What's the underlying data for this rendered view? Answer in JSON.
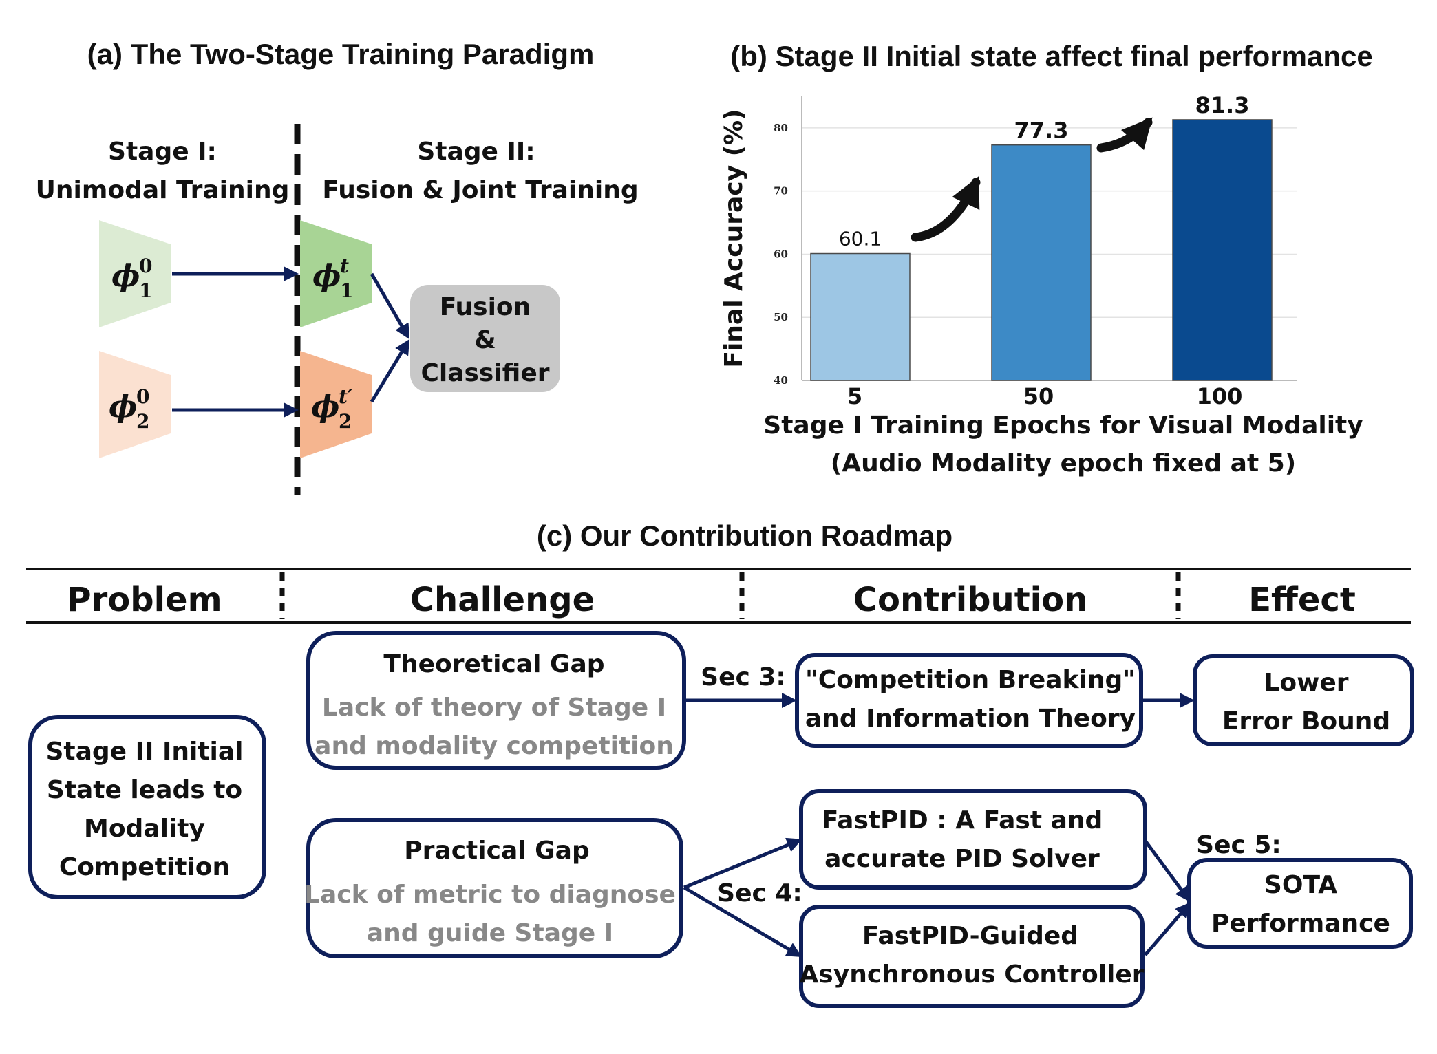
{
  "panel_a": {
    "title": "(a) The Two-Stage Training Paradigm",
    "stage1_line1": "Stage I:",
    "stage1_line2": "Unimodal Training",
    "stage2_line1": "Stage II:",
    "stage2_line2": "Fusion & Joint Training",
    "encoders": [
      {
        "symbol": "ϕ",
        "sub": "1",
        "sup": "0",
        "color": "#dcebd3"
      },
      {
        "symbol": "ϕ",
        "sub": "2",
        "sup": "0",
        "color": "#fbe1d1"
      },
      {
        "symbol": "ϕ",
        "sub": "1",
        "sup": "t",
        "color": "#a8d495"
      },
      {
        "symbol": "ϕ",
        "sub": "2",
        "sup": "t′",
        "color": "#f5b58f"
      }
    ],
    "fusion_line1": "Fusion",
    "fusion_line2": "&",
    "fusion_line3": "Classifier",
    "arrow_color": "#0e1f5a"
  },
  "panel_b": {
    "title": "(b) Stage II Initial state affect final performance",
    "xlabel_line1": "Stage I Training Epochs for Visual Modality",
    "xlabel_line2": "(Audio Modality epoch fixed at 5)"
  },
  "chart_data": {
    "type": "bar",
    "categories": [
      "5",
      "50",
      "100"
    ],
    "values": [
      60.1,
      77.3,
      81.3
    ],
    "value_labels": [
      "60.1",
      "77.3",
      "81.3"
    ],
    "colors": [
      "#9dc6e4",
      "#3d8ac6",
      "#0a4a8f"
    ],
    "ylabel": "Final  Accuracy (%)",
    "ylim": [
      40,
      85
    ],
    "yticks": [
      40,
      50,
      60,
      70,
      80
    ],
    "grid": true
  },
  "panel_c": {
    "title": "(c) Our Contribution Roadmap",
    "columns": [
      "Problem",
      "Challenge",
      "Contribution",
      "Effect"
    ],
    "problem": [
      "Stage II Initial",
      "State leads to",
      "Modality",
      "Competition"
    ],
    "theoretical": {
      "title": "Theoretical Gap",
      "line1": "Lack of theory of Stage I",
      "line2": "and modality competition"
    },
    "practical": {
      "title": "Practical Gap",
      "line1": "Lack of metric to diagnose",
      "line2": "and guide Stage I"
    },
    "competition": [
      "\"Competition Breaking\"",
      "and Information Theory"
    ],
    "fastpid": [
      "FastPID : A Fast and",
      "accurate PID Solver"
    ],
    "controller": [
      "FastPID-Guided",
      "Asynchronous Controller"
    ],
    "lower": [
      "Lower",
      "Error Bound"
    ],
    "sota": [
      "SOTA",
      "Performance"
    ],
    "sec3": "Sec 3:",
    "sec4": "Sec 4:",
    "sec5": "Sec 5:",
    "border_color": "#0e1f5a"
  }
}
